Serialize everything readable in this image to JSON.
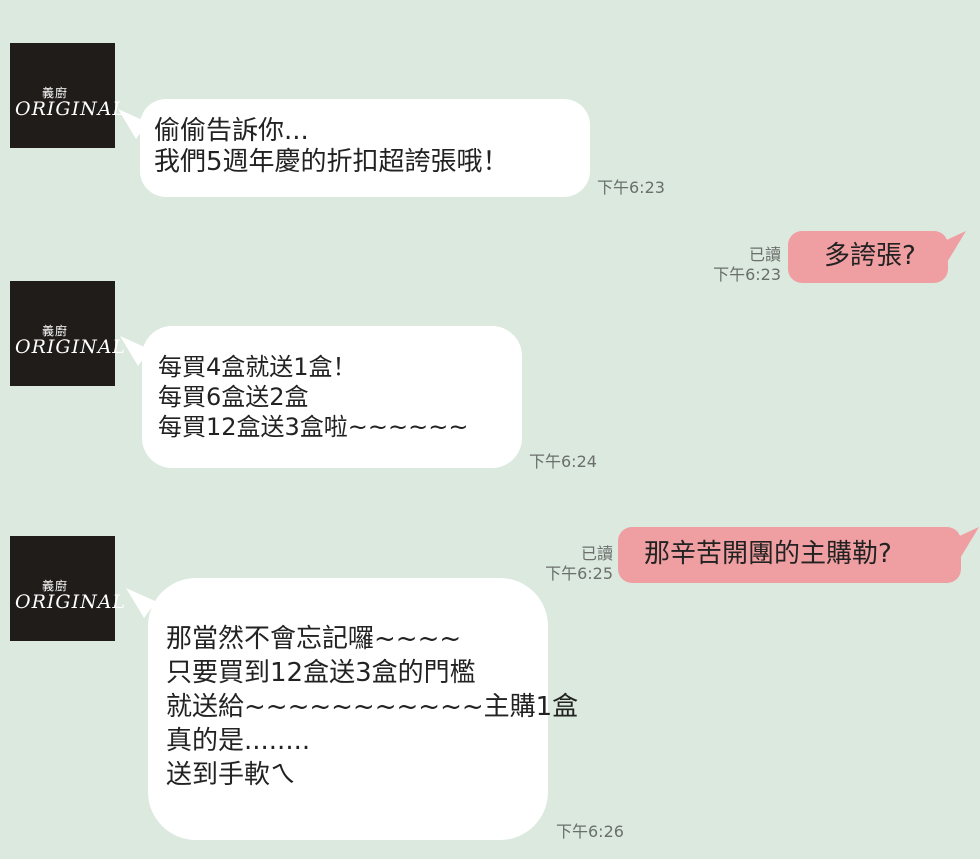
{
  "avatar": {
    "logo_cn": "義廚",
    "logo_en": "ORIGINAL"
  },
  "messages": [
    {
      "side": "in",
      "lines": [
        "偷偷告訴你...",
        "我們5週年慶的折扣超誇張哦！"
      ],
      "time": "下午6:23"
    },
    {
      "side": "out",
      "lines": [
        "多誇張?"
      ],
      "read": "已讀",
      "time": "下午6:23"
    },
    {
      "side": "in",
      "lines": [
        "每買4盒就送1盒！",
        "每買6盒送2盒",
        "每買12盒送3盒啦~~~~~~"
      ],
      "time": "下午6:24"
    },
    {
      "side": "out",
      "lines": [
        "那辛苦開團的主購勒?"
      ],
      "read": "已讀",
      "time": "下午6:25"
    },
    {
      "side": "in",
      "lines": [
        "那當然不會忘記囉~~~~",
        "只要買到12盒送3盒的門檻",
        "就送給~~~~~~~~~~~主購1盒",
        "真的是........",
        "送到手軟ㄟ"
      ],
      "time": "下午6:26"
    }
  ],
  "colors": {
    "background": "#dbe9df",
    "incoming_bubble": "#ffffff",
    "outgoing_bubble": "#ef9ea1",
    "avatar_bg": "#201c1a"
  }
}
